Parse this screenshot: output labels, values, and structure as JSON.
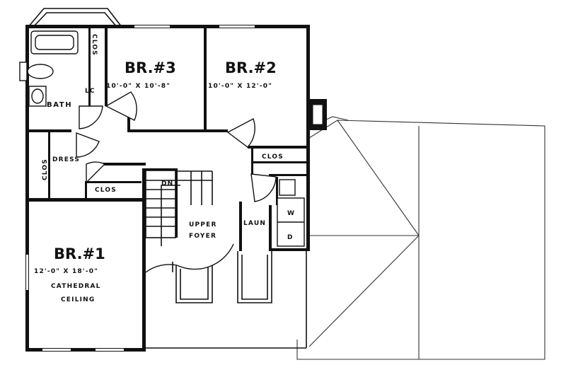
{
  "rooms": {
    "br1": {
      "name": "BR.#1",
      "size": "12'-0\" X 18'-0\"",
      "note_line1": "CATHEDRAL",
      "note_line2": "CEILING"
    },
    "br2": {
      "name": "BR.#2",
      "size": "10'-0\" X 12'-0\""
    },
    "br3": {
      "name": "BR.#3",
      "size": "10'-0\" X 10'-8\""
    },
    "bath": "BATH",
    "dress": "DRESS",
    "upper_foyer_line1": "UPPER",
    "upper_foyer_line2": "FOYER",
    "laundry": "LAUN",
    "linen": "LC"
  },
  "closets": {
    "br1": "CLOS",
    "br2": "CLOS",
    "br3": "CLOS",
    "dress": "CLOS"
  },
  "stair": "DN",
  "appliances": {
    "washer": "W",
    "dryer": "D"
  }
}
